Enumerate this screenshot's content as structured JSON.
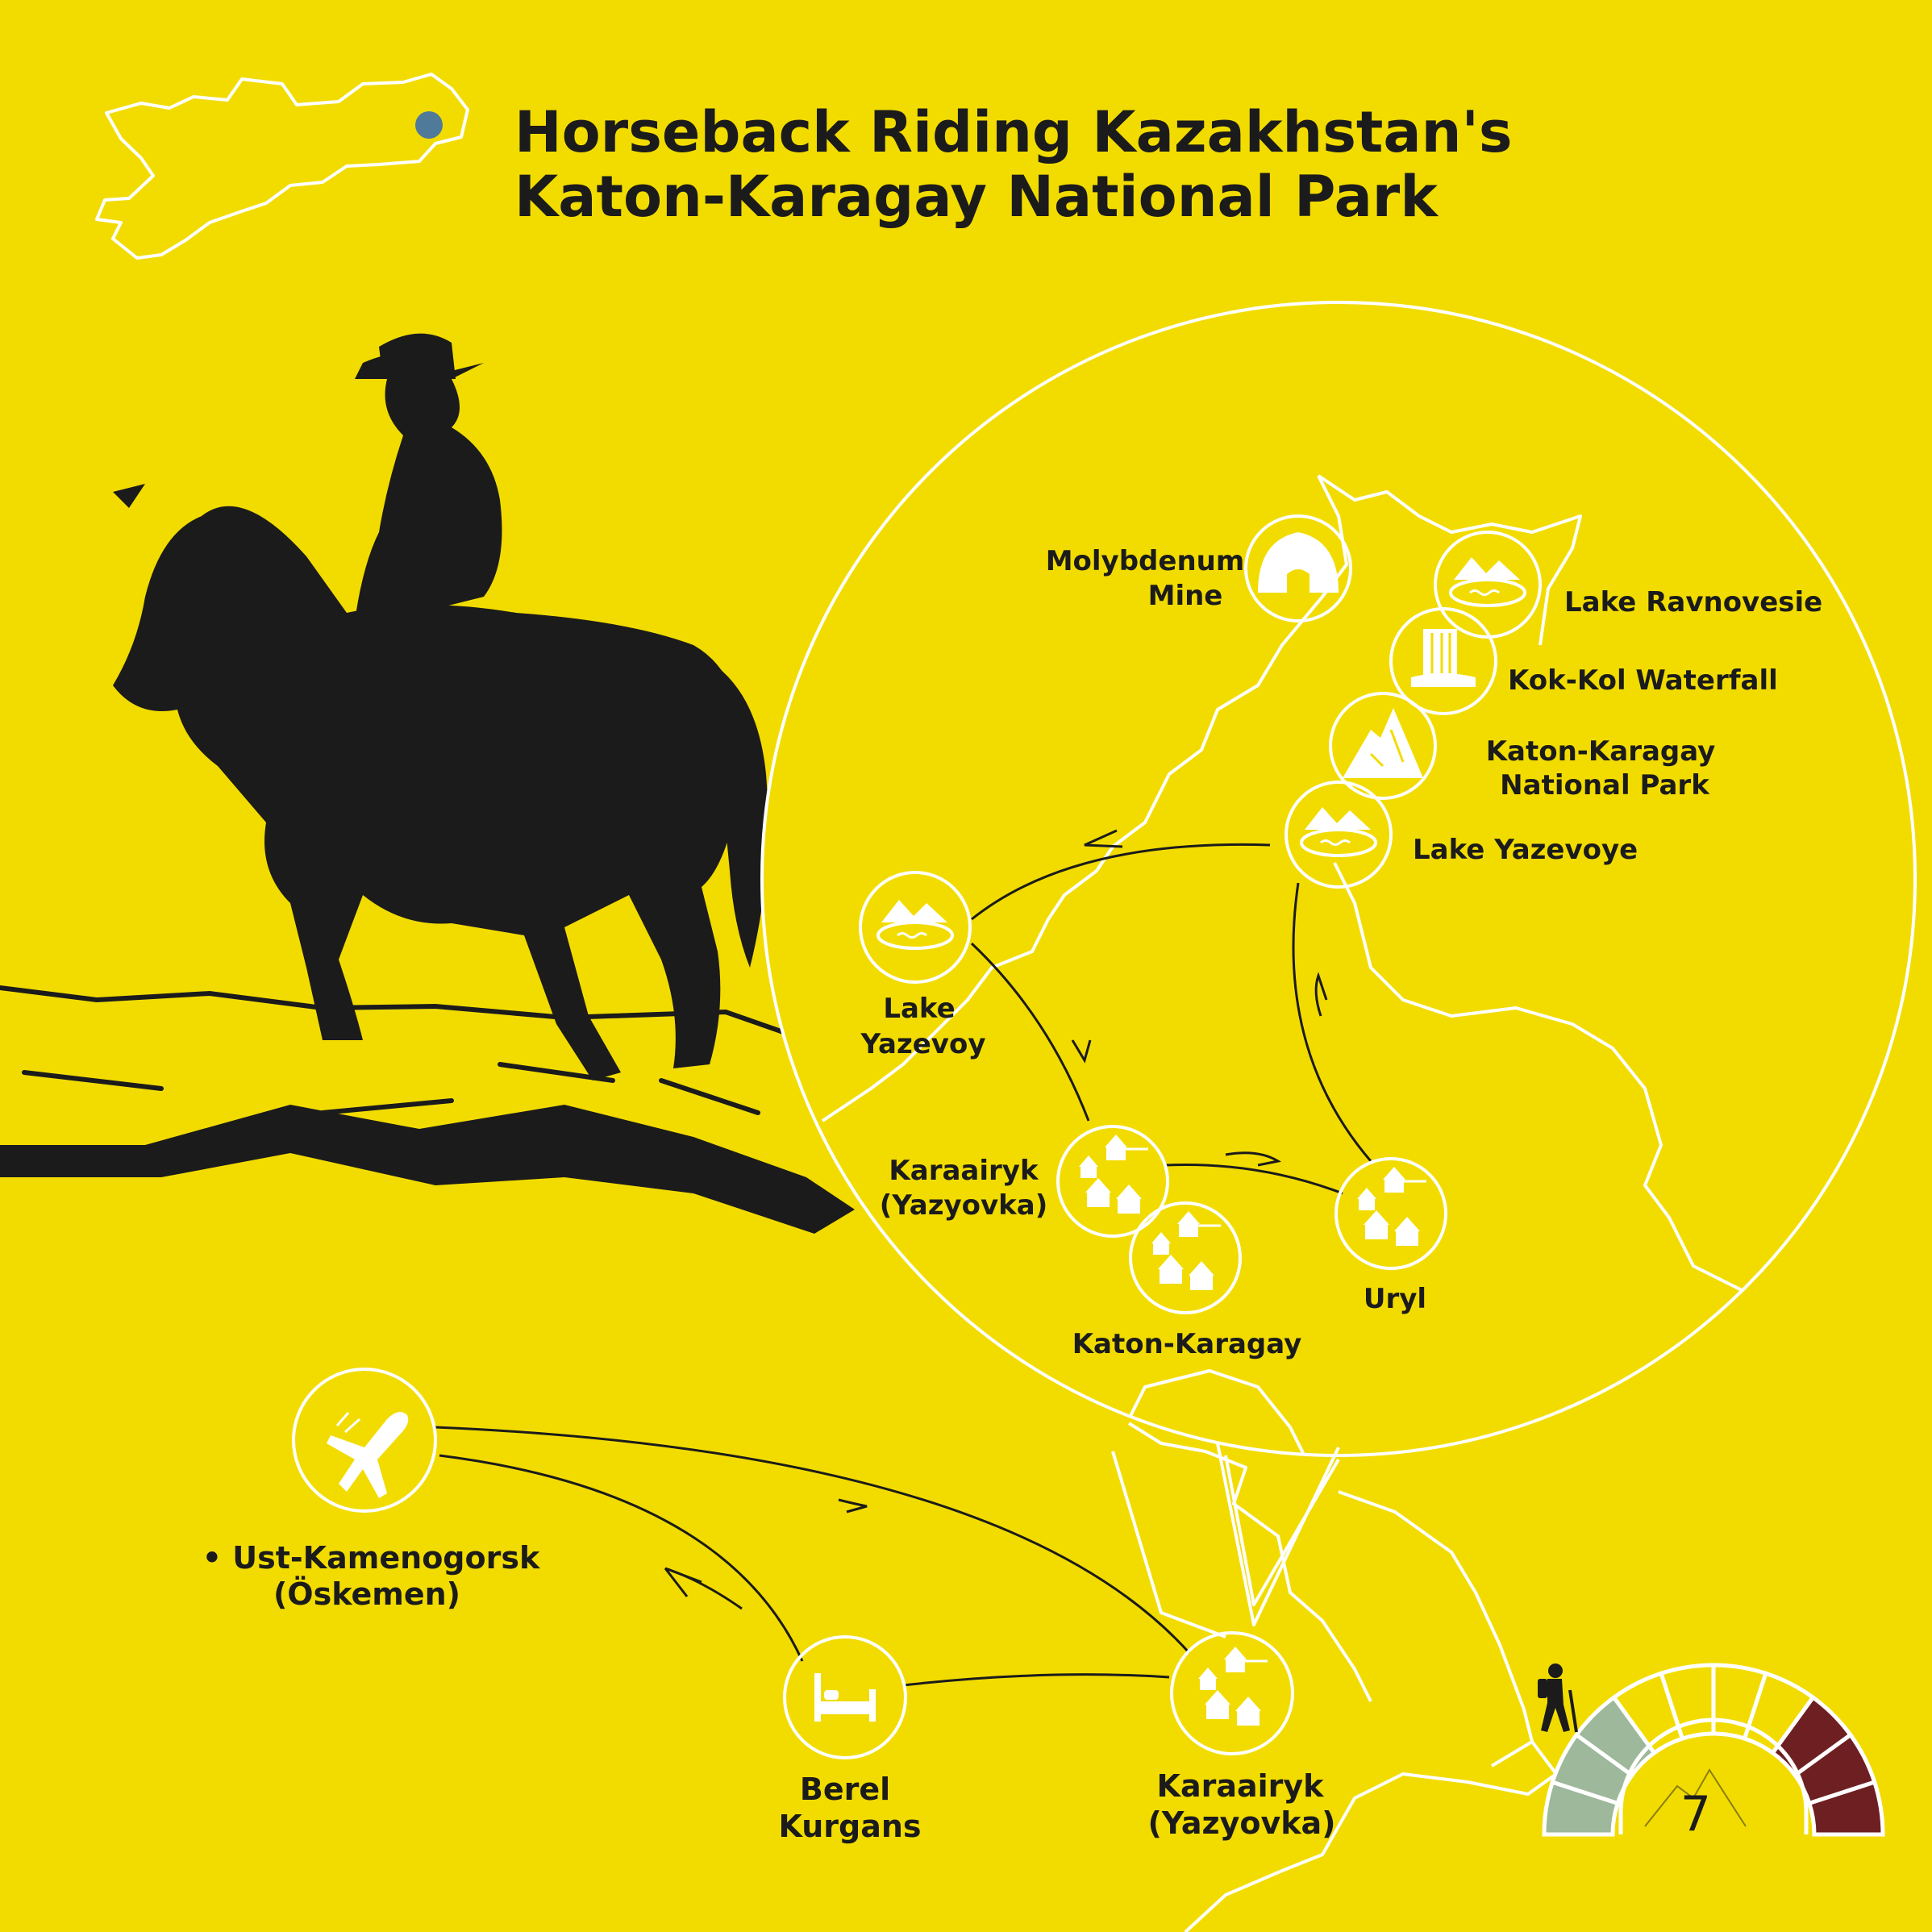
{
  "title": {
    "line1": "Horseback Riding Kazakhstan's",
    "line2": "Katon-Karagay National Park"
  },
  "inset": {
    "places": [
      {
        "id": "molybdenum",
        "icon": "mine-tunnel-icon",
        "line1": "Molybdenum",
        "line2": "Mine"
      },
      {
        "id": "ravnovesie",
        "icon": "lake-mountain-icon",
        "line1": "Lake Ravnovesie"
      },
      {
        "id": "kokkol",
        "icon": "waterfall-icon",
        "line1": "Kok-Kol Waterfall"
      },
      {
        "id": "katonpark",
        "icon": "mountain-peak-icon",
        "line1": "Katon-Karagay",
        "line2": "National Park"
      },
      {
        "id": "yazevoye",
        "icon": "lake-mountain-icon",
        "line1": "Lake Yazevoye"
      },
      {
        "id": "yazevoy",
        "icon": "lake-mountain-icon",
        "line1": "Lake",
        "line2": "Yazevoy"
      },
      {
        "id": "karaairyk1",
        "icon": "yurt-camp-icon",
        "line1": "Karaairyk",
        "line2": "(Yazyovka)"
      },
      {
        "id": "katonvillage",
        "icon": "yurt-camp-icon",
        "line1": "Katon-Karagay"
      },
      {
        "id": "uryl",
        "icon": "yurt-camp-icon",
        "line1": "Uryl"
      }
    ]
  },
  "main": {
    "places": [
      {
        "id": "ust",
        "icon": "airplane-icon",
        "line1": "• Ust-Kamenogorsk",
        "line2": "(Öskemen)"
      },
      {
        "id": "berel",
        "icon": "bed-icon",
        "line1": "Berel",
        "line2": "Kurgans"
      },
      {
        "id": "karaairyk2",
        "icon": "yurt-camp-icon",
        "line1": "Karaairyk",
        "line2": "(Yazyovka)"
      }
    ]
  },
  "difficulty": {
    "value": 7,
    "scale_max": 10,
    "label": "7",
    "icon": "hiker-icon",
    "colors": {
      "easy": "#9db89a",
      "moderate": "#f2dc00",
      "hard": "#6e1f22"
    }
  },
  "colors": {
    "background": "#f2dc00",
    "ink": "#1b1b1b",
    "line": "#ffffff",
    "marker": "#4f7a9a"
  }
}
